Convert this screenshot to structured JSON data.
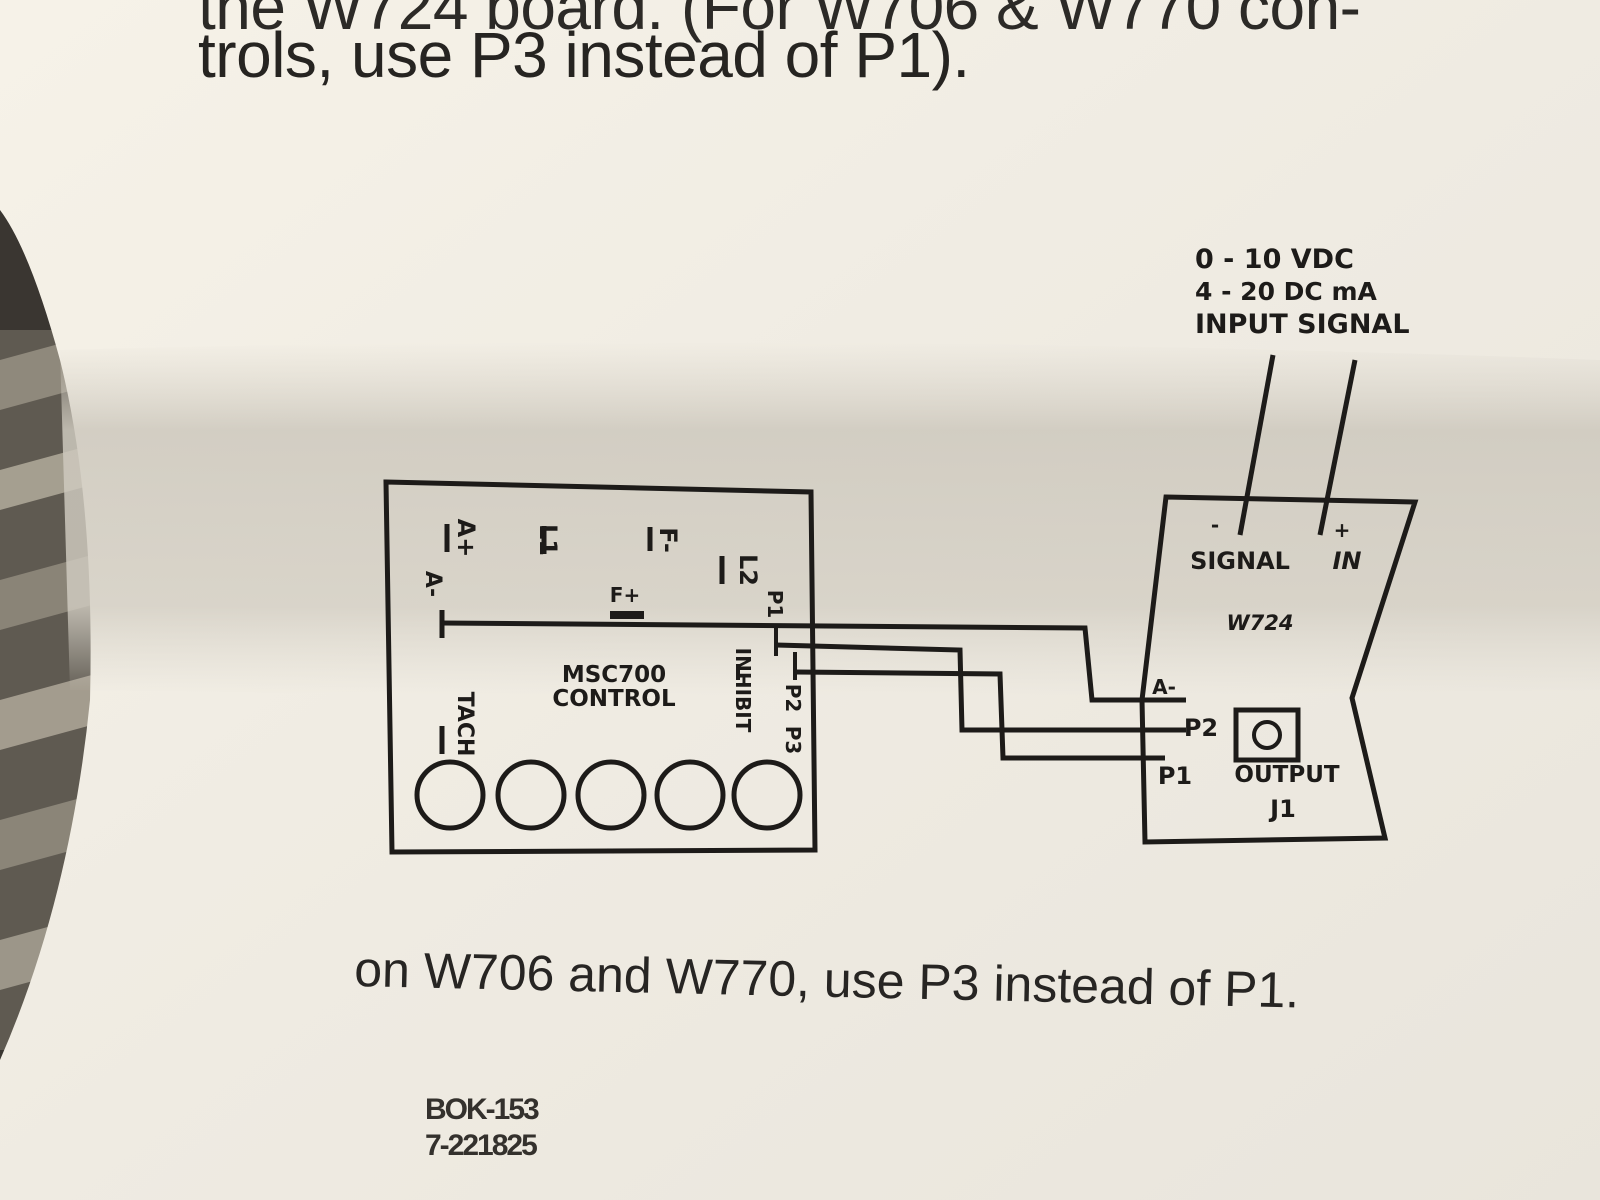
{
  "text": {
    "top_line_1": "the W724 board.   (For W706 & W770 con-",
    "top_line_2": "trols, use P3 instead of P1).",
    "footnote": "on W706 and W770, use P3 instead of P1.",
    "doc_code_1": "BOK-153",
    "doc_code_2": "7-221825"
  },
  "input_signal": {
    "line_1": "0 - 10 VDC",
    "line_2": "4 - 20 DC mA",
    "line_3": "INPUT SIGNAL"
  },
  "msc700": {
    "title_1": "MSC700",
    "title_2": "CONTROL",
    "terminals": {
      "a_plus": "A+",
      "l1": "L1",
      "f_minus": "F-",
      "l2": "L2",
      "a_minus": "A-",
      "f_plus": "F+",
      "p1": "P1",
      "inhibit": "INHIBIT",
      "p2": "P2",
      "p3": "P3",
      "tach": "TACH"
    }
  },
  "w724": {
    "model": "W724",
    "signal_minus": "-",
    "signal_plus": "+",
    "signal_label": "SIGNAL",
    "in_label": "IN",
    "a_minus": "A-",
    "p2": "P2",
    "p1": "P1",
    "output_label": "OUTPUT",
    "jumper": "J1"
  },
  "colors": {
    "paper": "#f3efe6",
    "ink": "#1d1b19",
    "shadow": "#cfcabf",
    "background": "#3a3631"
  }
}
